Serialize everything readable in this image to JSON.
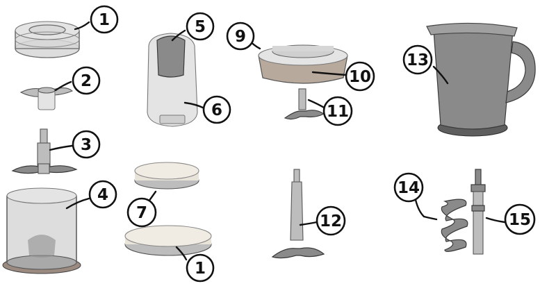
{
  "diagram": {
    "callouts": [
      {
        "id": "c1a",
        "label": "1"
      },
      {
        "id": "c2",
        "label": "2"
      },
      {
        "id": "c3",
        "label": "3"
      },
      {
        "id": "c4",
        "label": "4"
      },
      {
        "id": "c5",
        "label": "5"
      },
      {
        "id": "c6",
        "label": "6"
      },
      {
        "id": "c7",
        "label": "7"
      },
      {
        "id": "c1b",
        "label": "1"
      },
      {
        "id": "c9",
        "label": "9"
      },
      {
        "id": "c10",
        "label": "10"
      },
      {
        "id": "c11",
        "label": "11"
      },
      {
        "id": "c12",
        "label": "12"
      },
      {
        "id": "c13",
        "label": "13"
      },
      {
        "id": "c14",
        "label": "14"
      },
      {
        "id": "c15",
        "label": "15"
      }
    ]
  }
}
